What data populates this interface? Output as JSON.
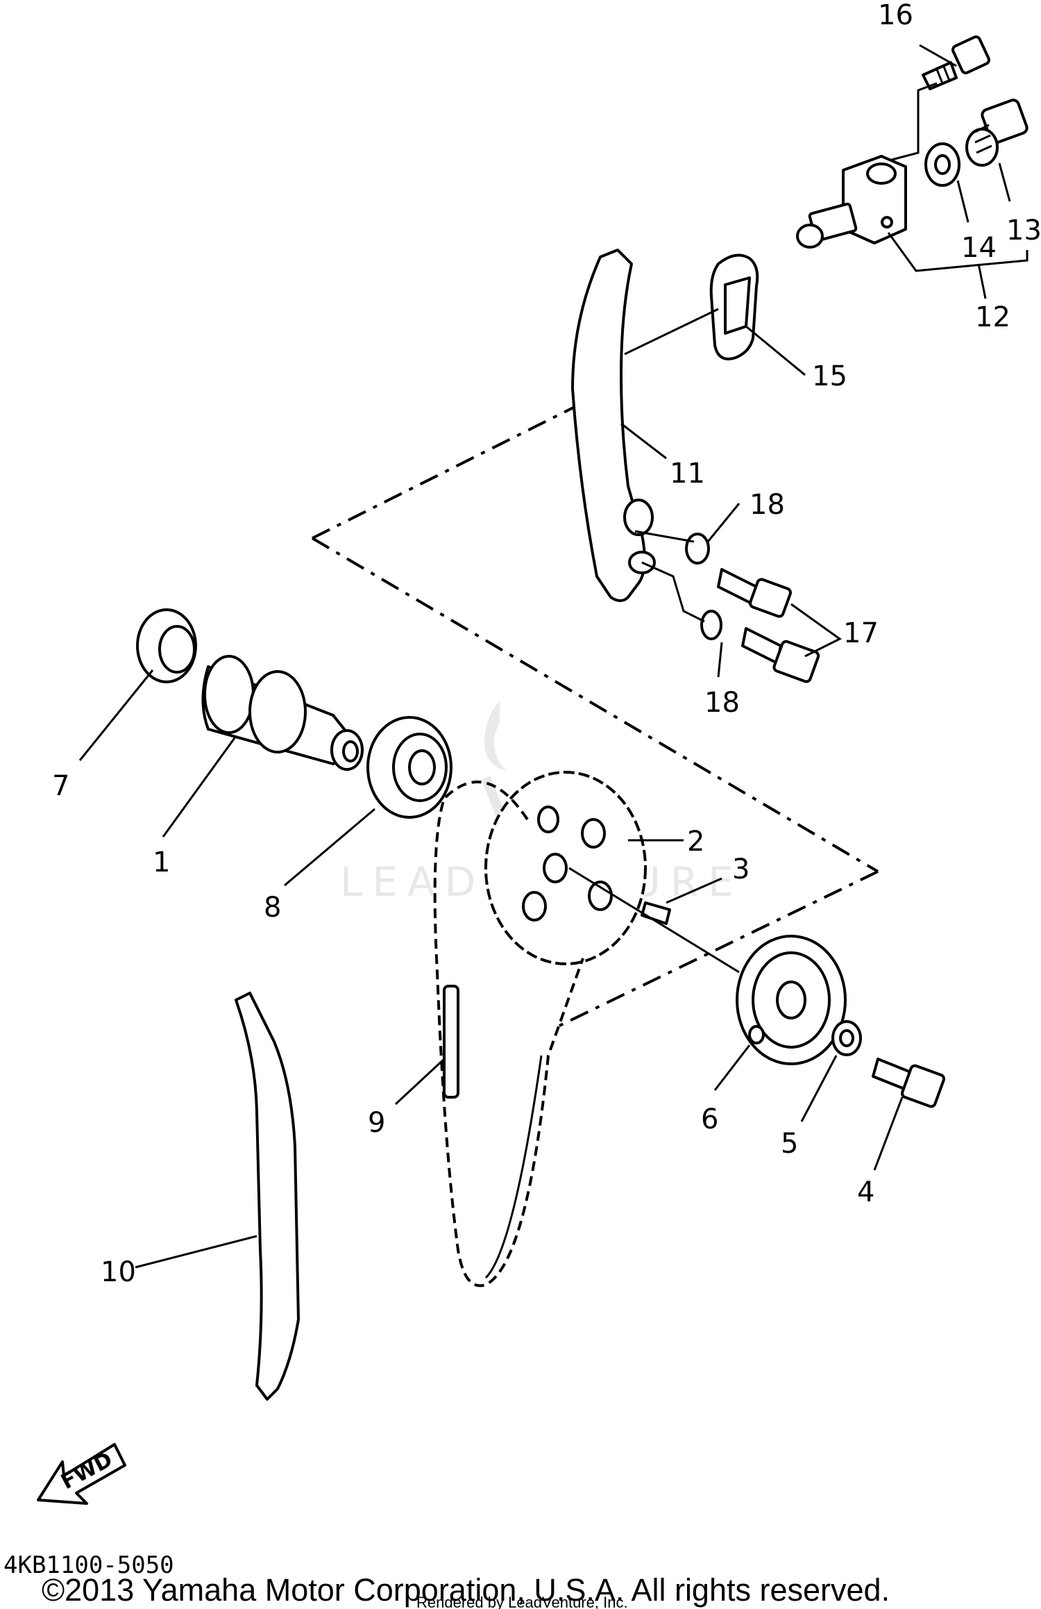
{
  "diagram": {
    "callouts": {
      "1": "1",
      "2": "2",
      "3": "3",
      "4": "4",
      "5": "5",
      "6": "6",
      "7": "7",
      "8": "8",
      "9": "9",
      "10": "10",
      "11": "11",
      "12": "12",
      "13": "13",
      "14": "14",
      "15": "15",
      "16": "16",
      "17": "17",
      "18a": "18",
      "18b": "18"
    },
    "fwd_label": "FWD",
    "part_code": "4KB1100-5050",
    "watermark": "LEADVENTURE"
  },
  "footer": {
    "copyright": "©2013 Yamaha Motor Corporation, U.S.A. All rights reserved.",
    "rendered_by": "Rendered by LeadVenture, Inc."
  }
}
